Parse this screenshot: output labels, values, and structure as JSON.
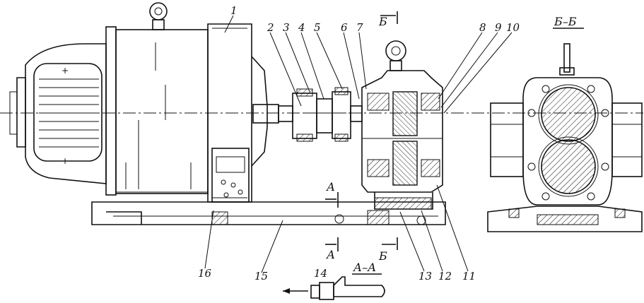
{
  "part_labels": [
    "1",
    "2",
    "3",
    "4",
    "5",
    "6",
    "7",
    "8",
    "9",
    "10",
    "11",
    "12",
    "13",
    "14",
    "15",
    "16"
  ],
  "section_marks": {
    "A": "А",
    "B": "Б",
    "AA": "А–А",
    "BB": "Б–Б"
  }
}
